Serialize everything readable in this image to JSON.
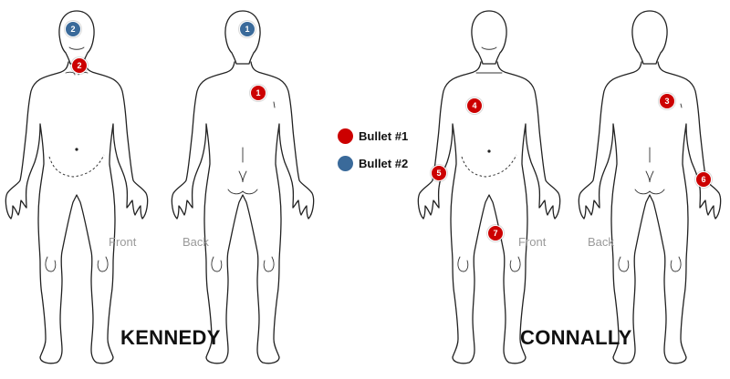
{
  "legend": [
    {
      "label": "Bullet #1",
      "color": "#cc0000"
    },
    {
      "label": "Bullet #2",
      "color": "#3a6a9a"
    }
  ],
  "subjects": [
    {
      "name": "KENNEDY",
      "front_label": "Front",
      "back_label": "Back"
    },
    {
      "name": "CONNALLY",
      "front_label": "Front",
      "back_label": "Back"
    }
  ],
  "wounds": [
    {
      "number": "2",
      "subject": "KENNEDY",
      "view": "Front",
      "bullet": "Bullet #2",
      "color": "#3a6a9a",
      "location": "head"
    },
    {
      "number": "2",
      "subject": "KENNEDY",
      "view": "Front",
      "bullet": "Bullet #1",
      "color": "#cc0000",
      "location": "throat"
    },
    {
      "number": "1",
      "subject": "KENNEDY",
      "view": "Back",
      "bullet": "Bullet #2",
      "color": "#3a6a9a",
      "location": "back of head"
    },
    {
      "number": "1",
      "subject": "KENNEDY",
      "view": "Back",
      "bullet": "Bullet #1",
      "color": "#cc0000",
      "location": "upper back"
    },
    {
      "number": "4",
      "subject": "CONNALLY",
      "view": "Front",
      "bullet": "Bullet #1",
      "color": "#cc0000",
      "location": "chest"
    },
    {
      "number": "5",
      "subject": "CONNALLY",
      "view": "Front",
      "bullet": "Bullet #1",
      "color": "#cc0000",
      "location": "wrist"
    },
    {
      "number": "7",
      "subject": "CONNALLY",
      "view": "Front",
      "bullet": "Bullet #1",
      "color": "#cc0000",
      "location": "thigh"
    },
    {
      "number": "3",
      "subject": "CONNALLY",
      "view": "Back",
      "bullet": "Bullet #1",
      "color": "#cc0000",
      "location": "back"
    },
    {
      "number": "6",
      "subject": "CONNALLY",
      "view": "Back",
      "bullet": "Bullet #1",
      "color": "#cc0000",
      "location": "wrist"
    }
  ]
}
